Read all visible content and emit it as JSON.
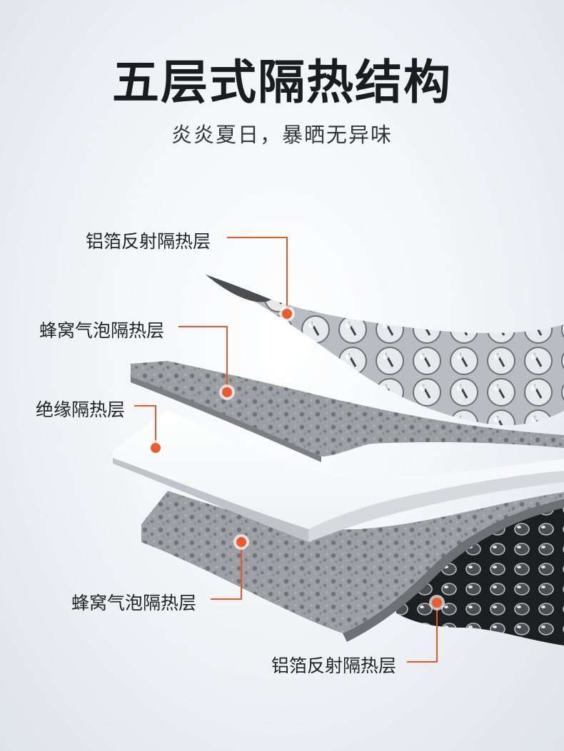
{
  "title": "五层式隔热结构",
  "subtitle": "炎炎夏日，暴晒无异味",
  "layers": [
    {
      "label": "铝箔反射隔热层"
    },
    {
      "label": "蜂窝气泡隔热层"
    },
    {
      "label": "绝缘隔热层"
    },
    {
      "label": "蜂窝气泡隔热层"
    },
    {
      "label": "铝箔反射隔热层"
    }
  ],
  "colors": {
    "callout_line": "#e8562a",
    "callout_dot": "#ee5b2b",
    "title": "#1a1c20"
  }
}
